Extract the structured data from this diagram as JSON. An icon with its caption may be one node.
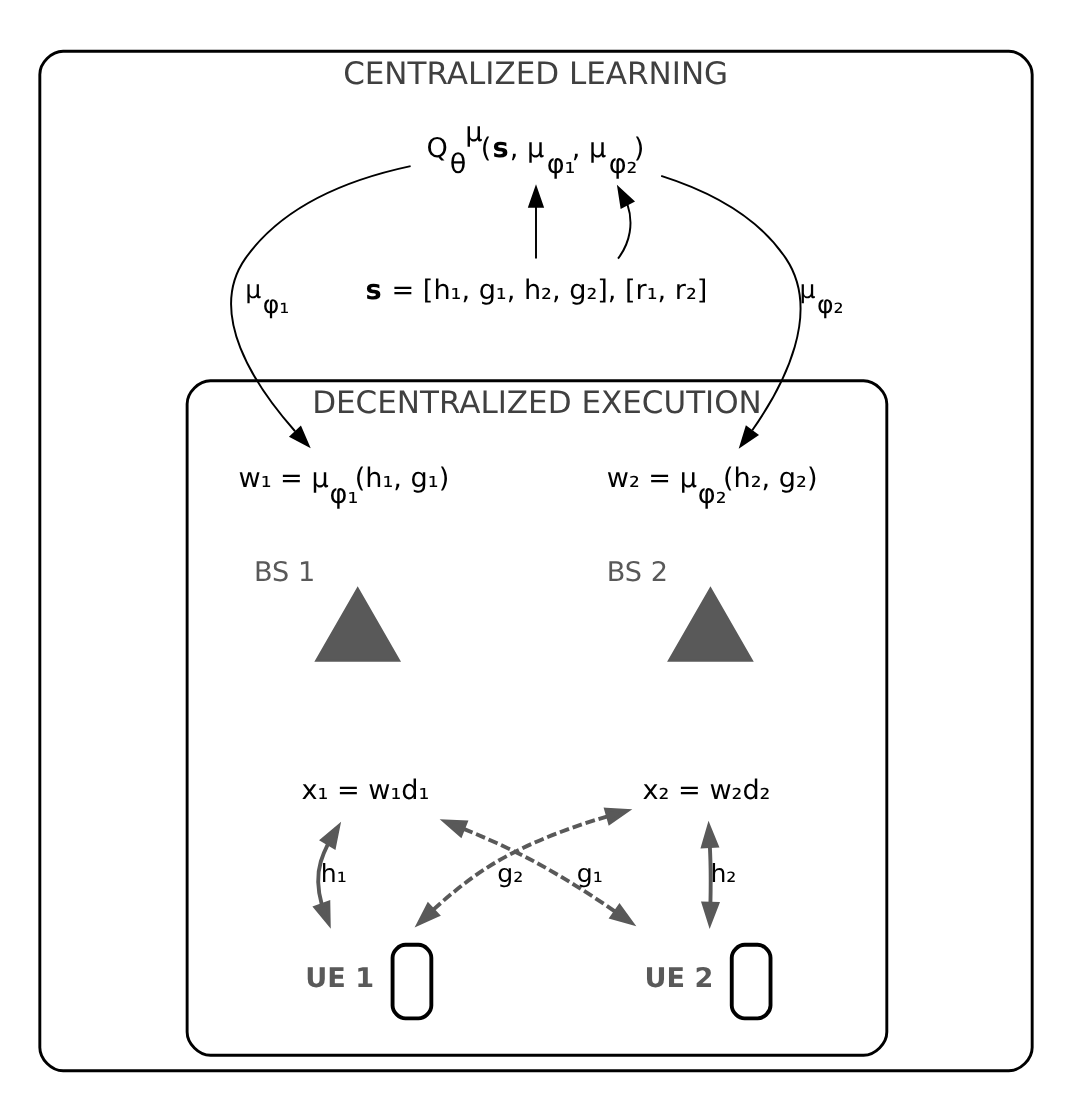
{
  "diagram": {
    "nodes": [
      {
        "text": [
          "CENTRALIZED LEARNING"
        ]
      },
      {
        "text": [
          "Q$_{θ}$$^{μ}$(**s**, μ$_{φ₁}$, μ$_{φ₂}$)"
        ],
        "in": 0
      },
      {
        "text": [
          "**s** = [h₁, g₁, h₂, g₂], [r₁, r₂]"
        ],
        "in": 0
      },
      {
        "text": [
          "DECENTRALIZED EXECUTION"
        ],
        "in": 0
      },
      {
        "text": [
          "w₁ = μ$_{φ₁}$(h₁, g₁)"
        ],
        "in": 3
      },
      {
        "text": [
          "w₂ = μ$_{φ₂}$(h₂, g₂)"
        ],
        "in": 3
      },
      {
        "text": [],
        "shape": "antenna",
        "beside": [
          "BS 1"
        ],
        "in": 3
      },
      {
        "text": [],
        "shape": "antenna",
        "beside": [
          "BS 2"
        ],
        "in": 3
      },
      {
        "text": [
          "x₁ = w₁d₁"
        ],
        "in": 3
      },
      {
        "text": [
          "x₂ = w₂d₂"
        ],
        "in": 3
      },
      {
        "text": [],
        "shape": "phone",
        "beside": [
          "UE 1"
        ],
        "in": 3
      },
      {
        "text": [],
        "shape": "phone",
        "beside": [
          "UE 2"
        ],
        "in": 3
      }
    ],
    "edges": [
      {
        "from": 2,
        "to": 1,
        "arrow": "to"
      },
      {
        "from": 2,
        "to": 1,
        "arrow": "to"
      },
      {
        "from": 1,
        "to": 4,
        "arrow": "to",
        "label": "μ$_{φ₁}$"
      },
      {
        "from": 1,
        "to": 5,
        "arrow": "to",
        "label": "μ$_{φ₂}$"
      },
      {
        "from": 8,
        "to": 10,
        "arrow": "both",
        "label": "h₁",
        "color": "#595959"
      },
      {
        "from": 8,
        "to": 11,
        "arrow": "both",
        "label": "g₁",
        "style": "dashed",
        "color": "#595959"
      },
      {
        "from": 9,
        "to": 10,
        "arrow": "both",
        "label": "g₂",
        "style": "dashed",
        "color": "#595959"
      },
      {
        "from": 9,
        "to": 11,
        "arrow": "both",
        "label": "h₂",
        "color": "#595959"
      }
    ]
  }
}
